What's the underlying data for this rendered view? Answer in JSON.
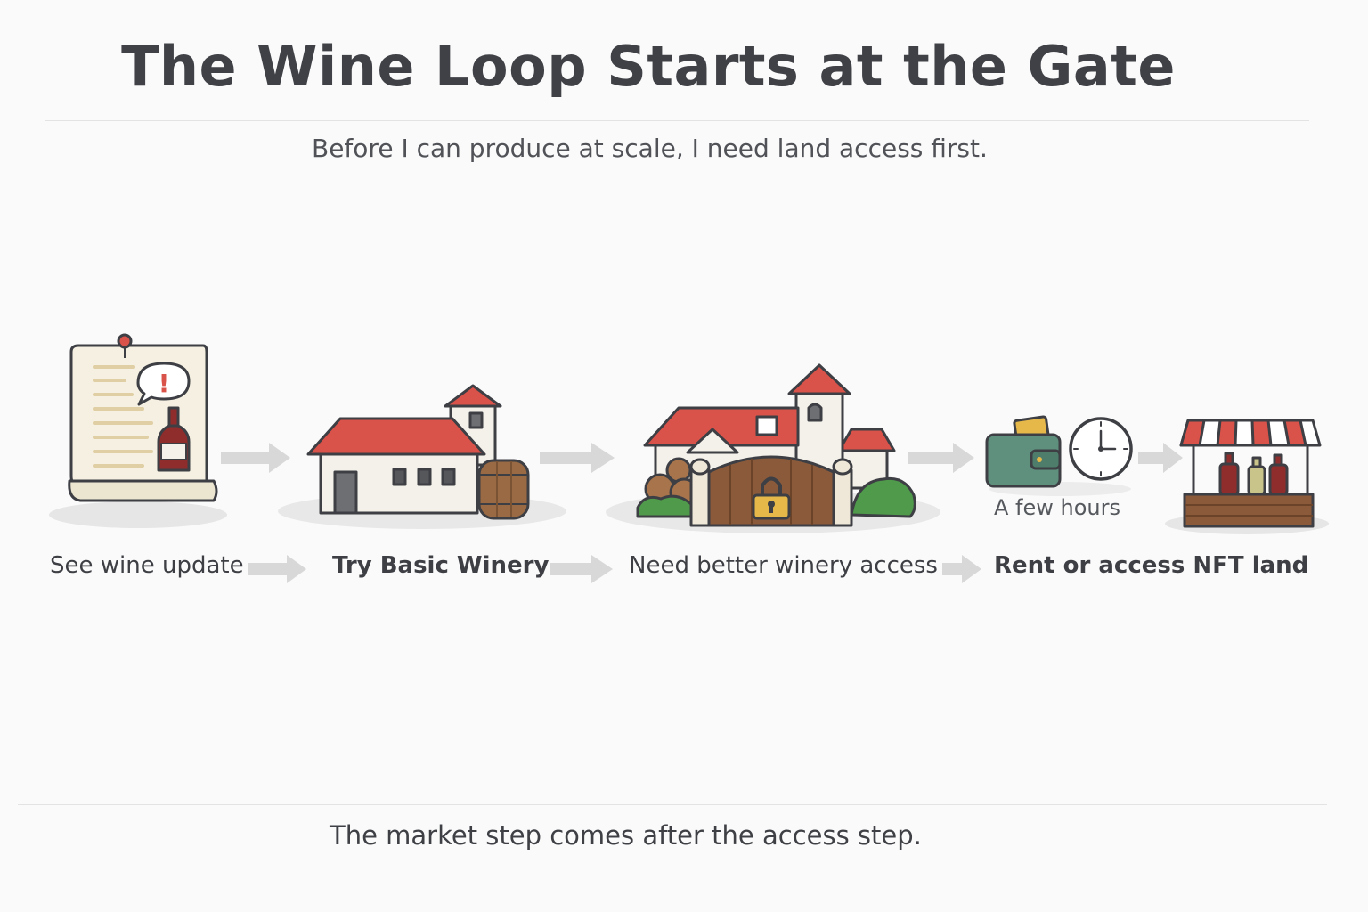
{
  "title": "The Wine Loop Starts at the Gate",
  "subtitle": "Before I can produce at scale, I need land access first.",
  "steps": [
    {
      "label": "See wine update",
      "icon": "notice-board-icon"
    },
    {
      "label": "Try Basic Winery",
      "icon": "basic-winery-icon"
    },
    {
      "label": "Need better winery access",
      "icon": "locked-estate-gate-icon"
    },
    {
      "label": "Rent or access NFT land",
      "icon": "wallet-clock-icon"
    }
  ],
  "time_label": "A few hours",
  "market_icon": "wine-market-stall-icon",
  "footer": "The market step comes after the access step.",
  "colors": {
    "roof": "#d9534a",
    "wall": "#f4f1ea",
    "wood": "#8a5a3b",
    "wallet": "#5f8f7d",
    "lock": "#e6b84a",
    "bush": "#4f9a4b",
    "arrow": "#d6d6d6"
  }
}
